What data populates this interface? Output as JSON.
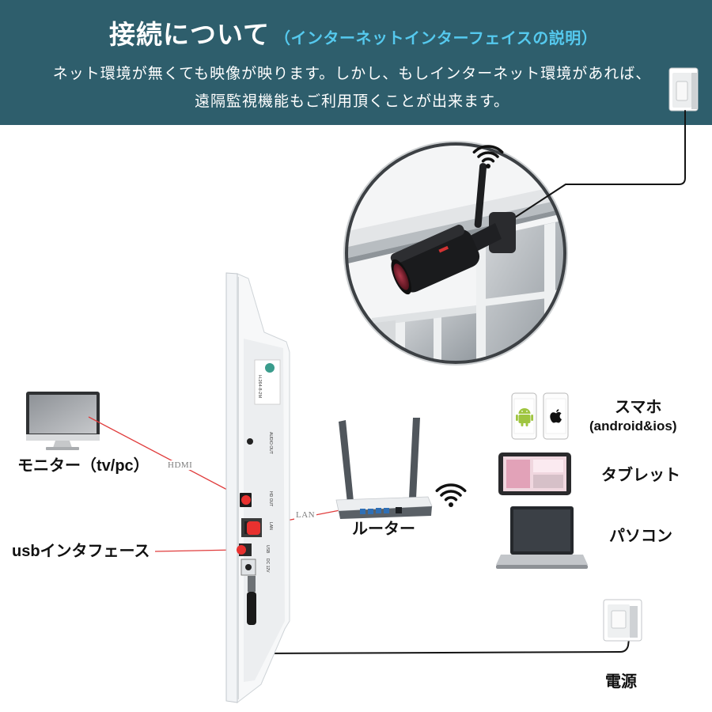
{
  "header": {
    "title": "接続について",
    "subtitle": "（インターネットインターフェイスの説明）",
    "description": [
      "ネット環境が無くても映像が映ります。しかし、もしインターネット環境があれば、",
      "遠隔監視機能もご利用頂くことが出来ます。"
    ]
  },
  "labels": {
    "monitor": "モニター（tv/pc）",
    "hdmi": "HDMI",
    "lan": "LAN",
    "usb": "usbインタフェース",
    "router": "ルーター",
    "smartphone": "スマホ",
    "smartphone_os": "(android&ios)",
    "tablet": "タブレット",
    "pc": "パソコン",
    "power": "電源"
  },
  "device_panel": {
    "sticker": "H.264-8-2M",
    "audio_out": "AUDIO OUT",
    "hd_out": "HD OUT",
    "lan_port": "LAN",
    "usb_port": "USB",
    "dc_in": "DC 12V"
  },
  "colors": {
    "header_background": "#2e5e6c",
    "subtitle_text": "#55c9ee",
    "connector_line": "#e03c3c",
    "port_marker": "#e8312f",
    "cable": "#141414"
  },
  "icons": {
    "camera": "camera-icon",
    "wifi": "wifi-icon",
    "monitor": "monitor-icon",
    "router": "router-icon",
    "android_phone": "android-phone-icon",
    "iphone": "iphone-icon",
    "tablet": "tablet-icon",
    "laptop": "laptop-icon",
    "power_adapter": "power-adapter-icon"
  }
}
